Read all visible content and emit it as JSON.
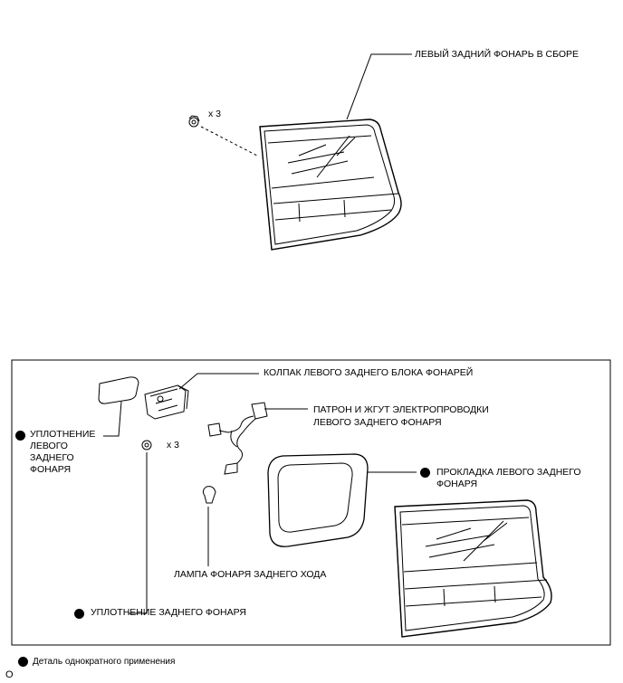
{
  "labels": {
    "assembly": "ЛЕВЫЙ ЗАДНИЙ ФОНАРЬ В СБОРЕ",
    "qty_top": "x 3",
    "cover": "КОЛПАК ЛЕВОГО ЗАДНЕГО БЛОКА ФОНАРЕЙ",
    "socket_line1": "ПАТРОН И ЖГУТ ЭЛЕКТРОПРОВОДКИ",
    "socket_line2": "ЛЕВОГО ЗАДНЕГО ФОНАРЯ",
    "seal_left_line1": "УПЛОТНЕНИЕ",
    "seal_left_line2": "ЛЕВОГО",
    "seal_left_line3": "ЗАДНЕГО",
    "seal_left_line4": "ФОНАРЯ",
    "qty_seal": "x 3",
    "gasket_line1": "ПРОКЛАДКА ЛЕВОГО ЗАДНЕГО",
    "gasket_line2": "ФОНАРЯ",
    "bulb": "ЛАМПА ФОНАРЯ ЗАДНЕГО ХОДА",
    "seal_rear": "УПЛОТНЕНИЕ ЗАДНЕГО ФОНАРЯ",
    "legend": "Деталь однократного применения",
    "corner_mark": "O"
  },
  "colors": {
    "line": "#000000",
    "background": "#ffffff"
  }
}
